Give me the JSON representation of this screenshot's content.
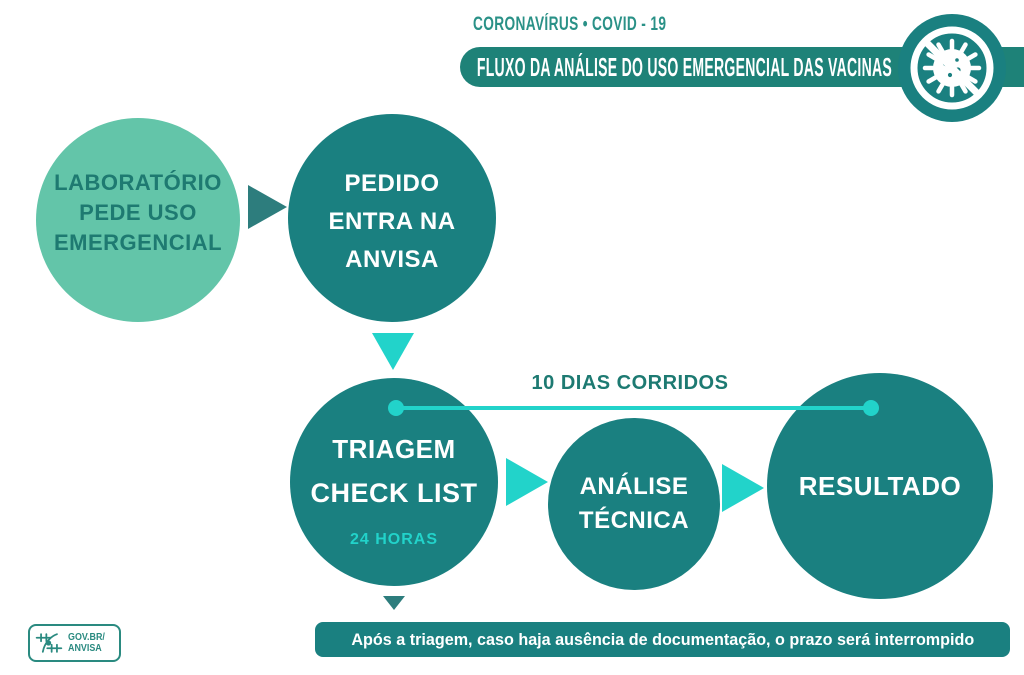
{
  "title_area": {
    "kicker": "CORONAVÍRUS • COVID - 19",
    "banner": "FLUXO DA ANÁLISE DO USO EMERGENCIAL DAS VACINAS"
  },
  "steps": {
    "lab": {
      "line1": "LABORATÓRIO",
      "line2": "PEDE USO",
      "line3": "EMERGENCIAL"
    },
    "request": {
      "line1": "PEDIDO",
      "line2": "ENTRA NA",
      "line3": "ANVISA"
    },
    "screening": {
      "line1": "TRIAGEM",
      "line2": "CHECK LIST",
      "duration": "24 HORAS"
    },
    "analysis": {
      "line1": "ANÁLISE",
      "line2": "TÉCNICA"
    },
    "result": {
      "line1": "RESULTADO"
    }
  },
  "timeline": {
    "label": "10 DIAS CORRIDOS"
  },
  "footer": {
    "note": "Após a triagem, caso haja ausência de documentação, o prazo será interrompido",
    "logo": {
      "line1": "GOV.BR/",
      "line2": "ANVISA"
    }
  },
  "icons": {
    "no_virus_badge": "crossed-out-coronavirus",
    "gov_logo_mark": "anvisa-brand-mark"
  },
  "colors": {
    "teal_circle": "#1A8080",
    "teal_banner": "#1E8278",
    "light_green": "#63C5A9",
    "cyan_accent": "#22D3CA",
    "dark_arrow": "#2D7D7D",
    "teal_text": "#1D7A72",
    "header_text": "#2A9187"
  }
}
